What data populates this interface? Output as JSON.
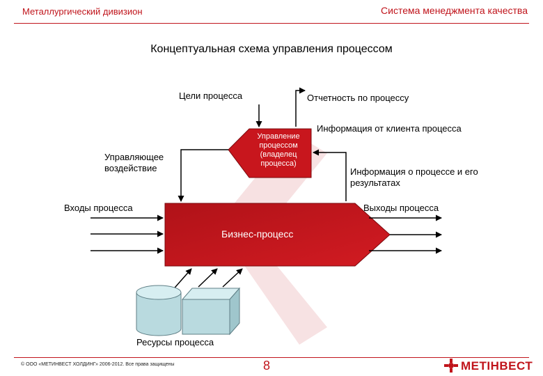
{
  "header": {
    "division": "Металлургический дивизион",
    "system": "Система менеджмента качества"
  },
  "title": "Концептуальная схема управления процессом",
  "diagram": {
    "process_goals": "Цели процесса",
    "process_reporting": "Отчетность по  процессу",
    "management_box": "Управление процессом (владелец процесса)",
    "client_info": "Информация от клиента процесса",
    "control_action": "Управляющее воздействие",
    "process_info": "Информация о процессе и его результатах",
    "inputs": "Входы процесса",
    "outputs": "Выходы процесса",
    "business_process": "Бизнес-процесс",
    "resources": "Ресурсы процесса"
  },
  "footer": {
    "copyright": "© ООО «МЕТИНВЕСТ ХОЛДИНГ» 2006-2012. Все права защищены",
    "page_number": "8",
    "logo": "МЕТІНВЕСТ"
  },
  "colors": {
    "brand_red": "#c0141b",
    "process_fill": "#c8161d",
    "resource_fill": "#b9dadf"
  }
}
